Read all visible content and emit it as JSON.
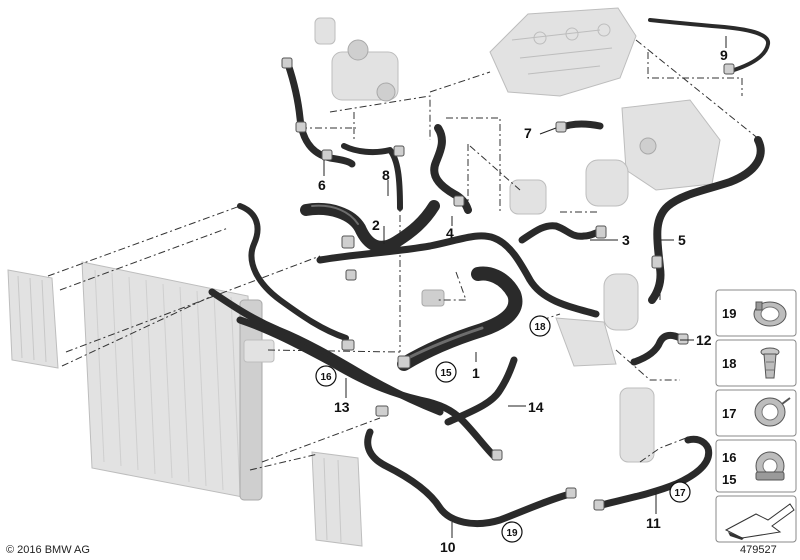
{
  "diagram": {
    "callouts": {
      "c1": "1",
      "c2": "2",
      "c3": "3",
      "c4": "4",
      "c5": "5",
      "c6": "6",
      "c7": "7",
      "c8": "8",
      "c9": "9",
      "c10": "10",
      "c11": "11",
      "c12": "12",
      "c13": "13",
      "c14": "14"
    },
    "circled_refs": {
      "r15": "15",
      "r16": "16",
      "r17": "17",
      "r18": "18",
      "r19": "19"
    },
    "legend_panel": {
      "items": [
        "19",
        "18",
        "17",
        "16",
        "15"
      ]
    },
    "footer": {
      "copyright": "© 2016 BMW AG",
      "image_number": "479527"
    }
  }
}
